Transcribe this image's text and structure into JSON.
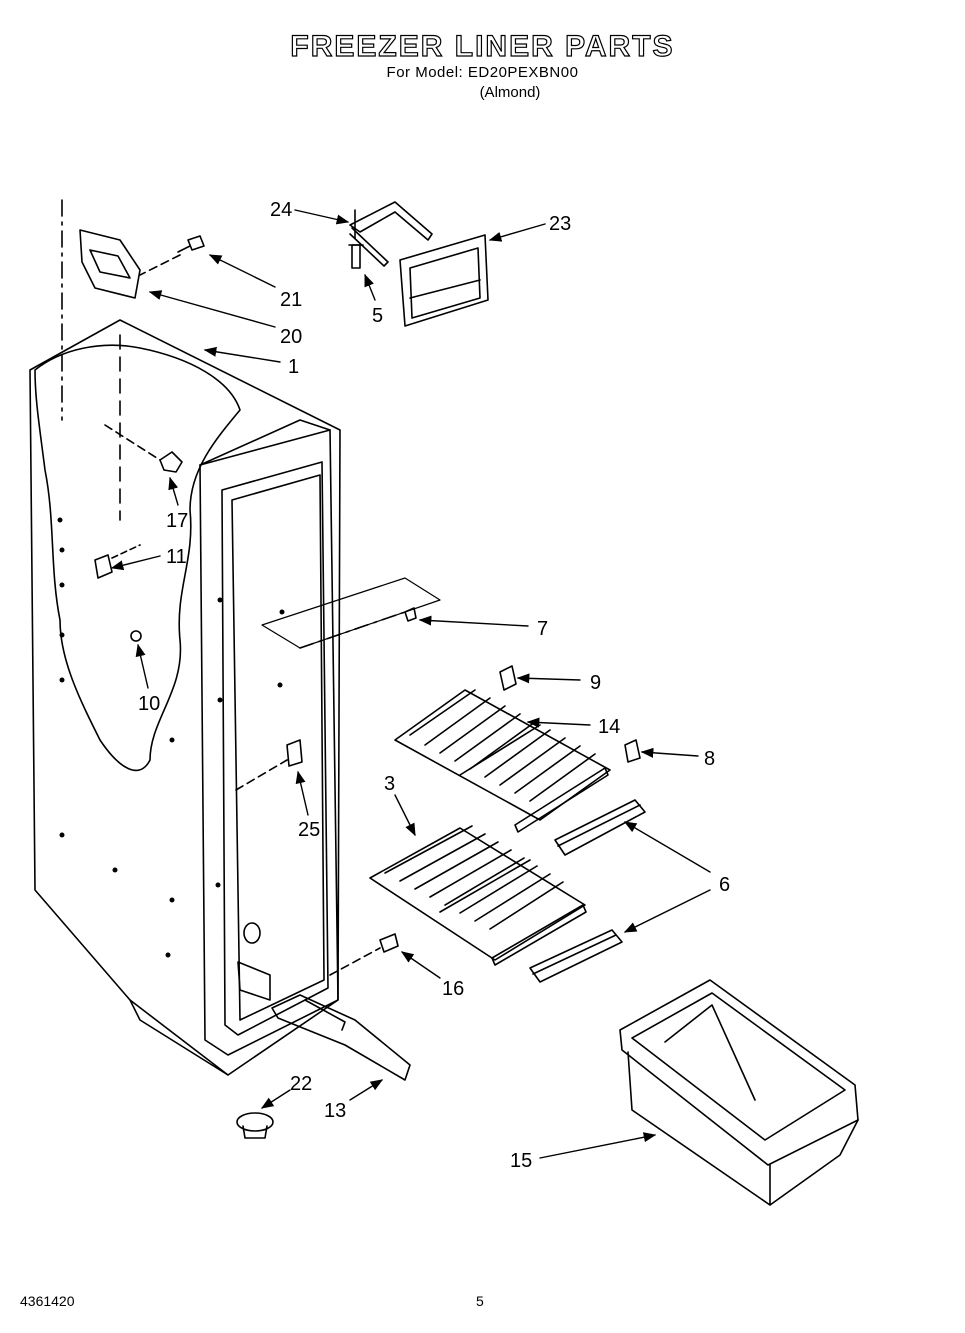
{
  "header": {
    "title": "FREEZER LINER PARTS",
    "model": "For Model: ED20PEXBN00",
    "color": "(Almond)"
  },
  "footer": {
    "doc_number": "4361420",
    "page": "5"
  },
  "callouts": [
    {
      "id": "c24",
      "label": "24"
    },
    {
      "id": "c23",
      "label": "23"
    },
    {
      "id": "c21",
      "label": "21"
    },
    {
      "id": "c5",
      "label": "5"
    },
    {
      "id": "c20",
      "label": "20"
    },
    {
      "id": "c1",
      "label": "1"
    },
    {
      "id": "c17",
      "label": "17"
    },
    {
      "id": "c11",
      "label": "11"
    },
    {
      "id": "c7",
      "label": "7"
    },
    {
      "id": "c10",
      "label": "10"
    },
    {
      "id": "c9",
      "label": "9"
    },
    {
      "id": "c14",
      "label": "14"
    },
    {
      "id": "c8",
      "label": "8"
    },
    {
      "id": "c3",
      "label": "3"
    },
    {
      "id": "c25",
      "label": "25"
    },
    {
      "id": "c6",
      "label": "6"
    },
    {
      "id": "c16",
      "label": "16"
    },
    {
      "id": "c22",
      "label": "22"
    },
    {
      "id": "c13",
      "label": "13"
    },
    {
      "id": "c15",
      "label": "15"
    }
  ],
  "colors": {
    "ink": "#000000",
    "paper": "#ffffff"
  }
}
